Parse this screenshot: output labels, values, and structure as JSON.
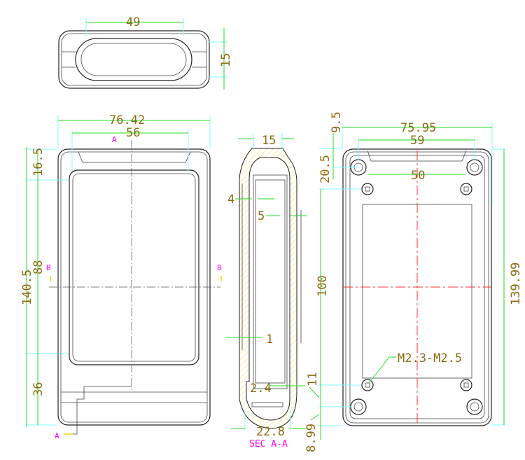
{
  "colors": {
    "dimension_text": "#8b6a10",
    "dimension_line": "#22dd22",
    "extension_line": "#80ffff",
    "section_label": "#ff00ff",
    "centerline": "#ff3030"
  },
  "top_view": {
    "width": "49",
    "height": "15"
  },
  "front_view": {
    "width": "76.42",
    "window_width": "56",
    "section_mark_a": "A",
    "top_margin": "16.5",
    "total_height": "140.5",
    "window_height": "88",
    "section_mark_b": "B",
    "bottom_margin": "36"
  },
  "section_view": {
    "top_width": "15",
    "wall_4": "4",
    "wall_5": "5",
    "wall_1": "1",
    "gap_2_4": "2.4",
    "bottom_width": "22.8",
    "title": "SEC A-A",
    "dim_11": "11",
    "dim_8_99": "8.99"
  },
  "back_view": {
    "top_offset": "9.5",
    "width": "75.95",
    "hole_spacing_top": "59",
    "hole_offset": "20.5",
    "hole_spacing_inner": "50",
    "inner_height": "100",
    "total_height": "139.99",
    "screw_note": "M2.3-M2.5"
  }
}
